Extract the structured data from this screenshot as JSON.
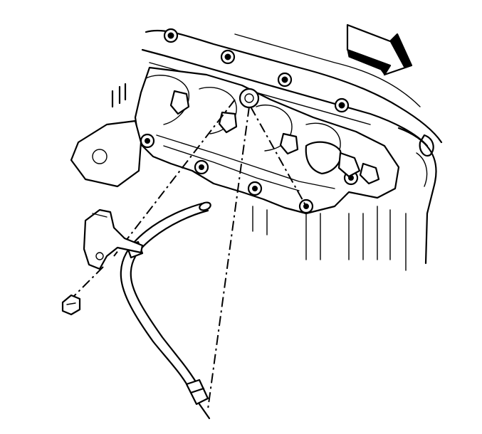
{
  "diagram": {
    "kind": "line-art-technical-illustration",
    "subject_icons": [
      "engine-block",
      "exhaust-manifold",
      "oil-level-indicator-tube",
      "tube-bracket",
      "bracket-bolt",
      "direction-arrow"
    ],
    "stroke_color": "#000000",
    "background_color": "#ffffff"
  }
}
